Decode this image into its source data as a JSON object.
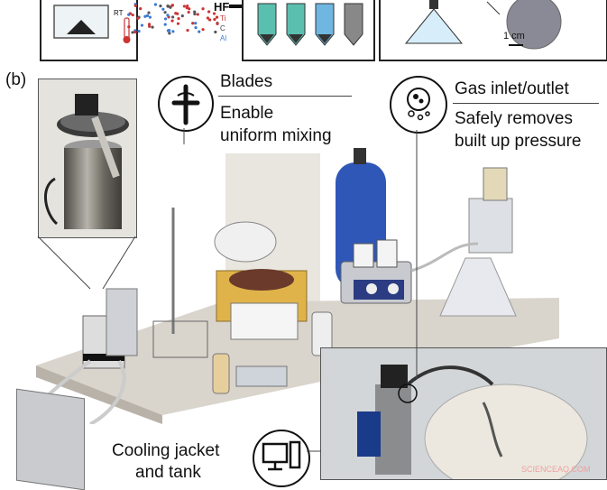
{
  "panel_label_b": "(b)",
  "top_strip": {
    "hf_label": "HF",
    "elements": [
      "Ti",
      "C",
      "Al"
    ],
    "rt_label": "RT",
    "scale_bar": "1 cm"
  },
  "callouts": {
    "blades_title": "Blades",
    "blades_desc_line1": "Enable",
    "blades_desc_line2": "uniform mixing",
    "gas_title": "Gas inlet/outlet",
    "gas_desc_line1": "Safely removes",
    "gas_desc_line2": "built up pressure",
    "cooling_line1": "Cooling jacket",
    "cooling_line2": "and tank"
  },
  "watermark": "SCIENCEAQ.COM",
  "colors": {
    "teal": "#5bbfb0",
    "blue_tube": "#6fb6e0",
    "cylinder_blue": "#2f57b8",
    "bench": "#d9d4cc",
    "plate_yellow": "#e0b34a"
  }
}
